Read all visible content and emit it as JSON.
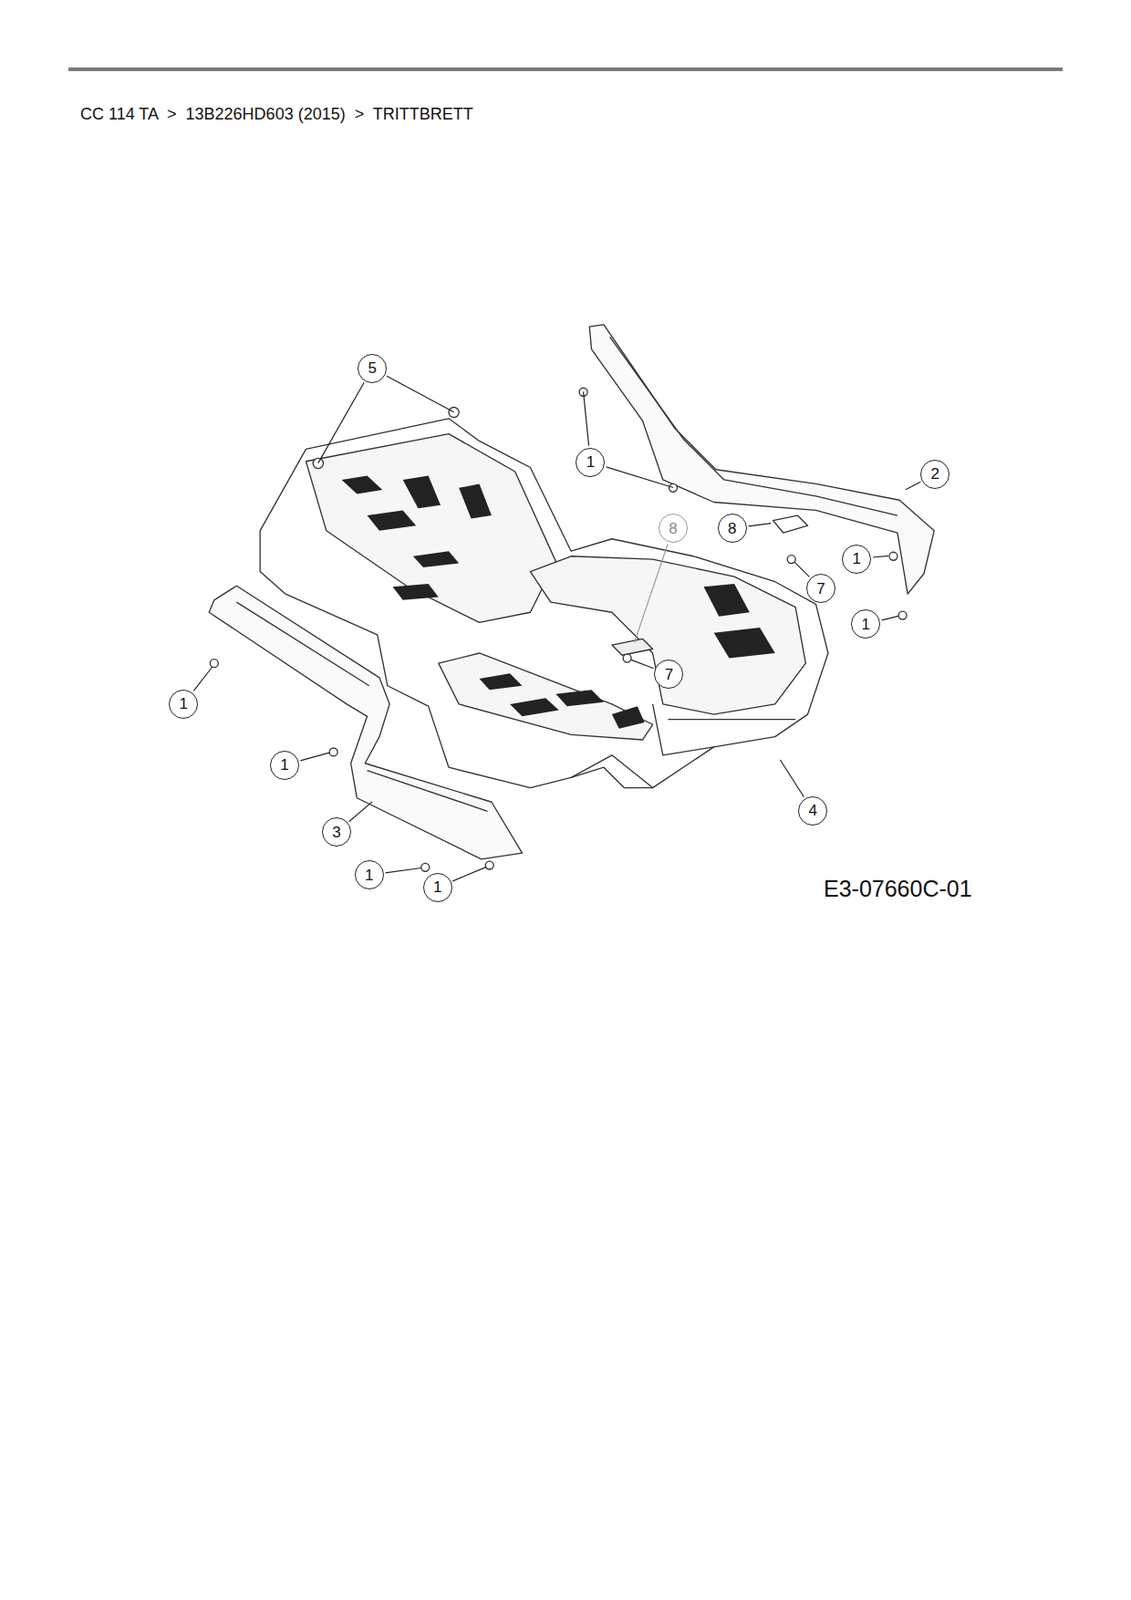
{
  "diagram": {
    "title": "CC 114 TA  >  13B226HD603 (2015)  >  TRITTBRETT",
    "nodes": [
      {
        "text": [
          "5"
        ]
      },
      {
        "text": [
          "1"
        ]
      },
      {
        "text": [
          "2"
        ]
      },
      {
        "text": [
          "8"
        ]
      },
      {
        "text": [
          "8"
        ]
      },
      {
        "text": [
          "1"
        ]
      },
      {
        "text": [
          "7"
        ]
      },
      {
        "text": [
          "1"
        ]
      },
      {
        "text": [
          "7"
        ]
      },
      {
        "text": [
          "1"
        ]
      },
      {
        "text": [
          "1"
        ]
      },
      {
        "text": [
          "4"
        ]
      },
      {
        "text": [
          "3"
        ]
      },
      {
        "text": [
          "1"
        ]
      },
      {
        "text": [
          "1"
        ]
      }
    ],
    "labels": [
      "E3-07660C-01"
    ]
  }
}
